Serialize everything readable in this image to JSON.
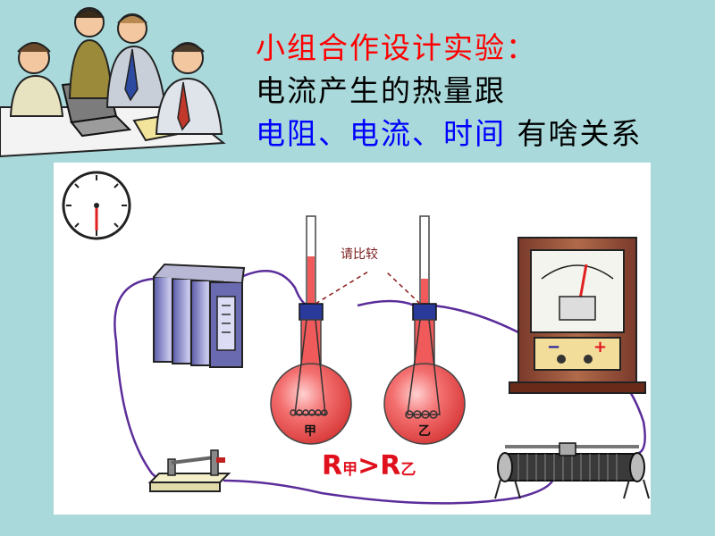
{
  "title": {
    "line1": "小组合作设计实验：",
    "line2": "电流产生的热量跟",
    "line3_part1": "电阻、电流、时间",
    "line3_part2": " 有啥关系"
  },
  "diagram": {
    "compare_label": "请比较",
    "flask_left_label": "甲",
    "flask_right_label": "乙",
    "relation": {
      "r_left": "R",
      "sub_left": "甲",
      "gt": ">",
      "r_right": "R",
      "sub_right": "乙"
    },
    "meter_minus": "−",
    "meter_plus": "+"
  },
  "colors": {
    "background": "#a9d9da",
    "heading_red": "#ff0000",
    "heading_blue": "#0000ff",
    "wire": "#5b2d9a",
    "liquid": "#f05a5a",
    "relation_red": "#e0101c"
  }
}
